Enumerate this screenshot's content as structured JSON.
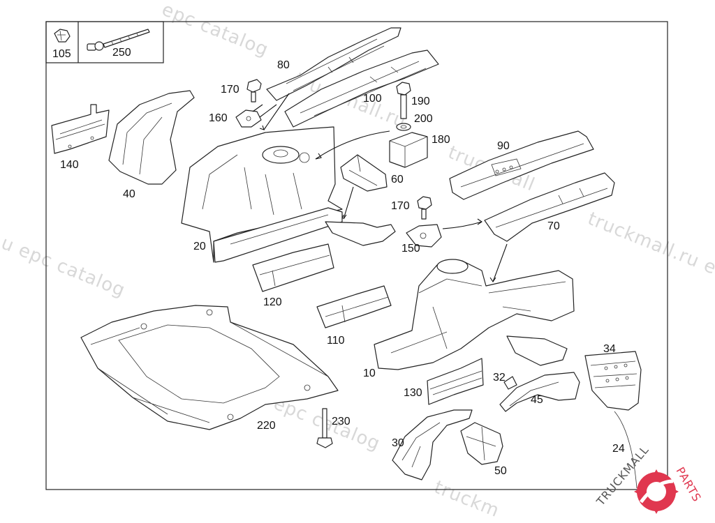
{
  "legend_box": {
    "items": [
      {
        "label": "105",
        "icon": "clip-icon"
      },
      {
        "label": "250",
        "icon": "bolt-icon"
      }
    ]
  },
  "callouts": {
    "p80": "80",
    "p170a": "170",
    "p160": "160",
    "p100": "100",
    "p190": "190",
    "p200": "200",
    "p180": "180",
    "p140": "140",
    "p40": "40",
    "p60": "60",
    "p90": "90",
    "p20": "20",
    "p170b": "170",
    "p150": "150",
    "p70": "70",
    "p120": "120",
    "p110": "110",
    "p10": "10",
    "p34": "34",
    "p32": "32",
    "p130": "130",
    "p45": "45",
    "p220": "220",
    "p230": "230",
    "p24": "24",
    "p30": "30",
    "p50": "50"
  },
  "watermarks": {
    "w1": "epc catalog",
    "w2": "truckmall.ru",
    "w3": "truckmall",
    "w4": "epc catalog",
    "w5": "truckmall.ru e",
    "w6": "u epc catalog",
    "w7": "truckm"
  },
  "brand_logo": {
    "text_main": "TRUCKMALL",
    "text_accent": "PARTS",
    "accent_color": "#e0374f",
    "icon": "gear-logo-icon"
  }
}
